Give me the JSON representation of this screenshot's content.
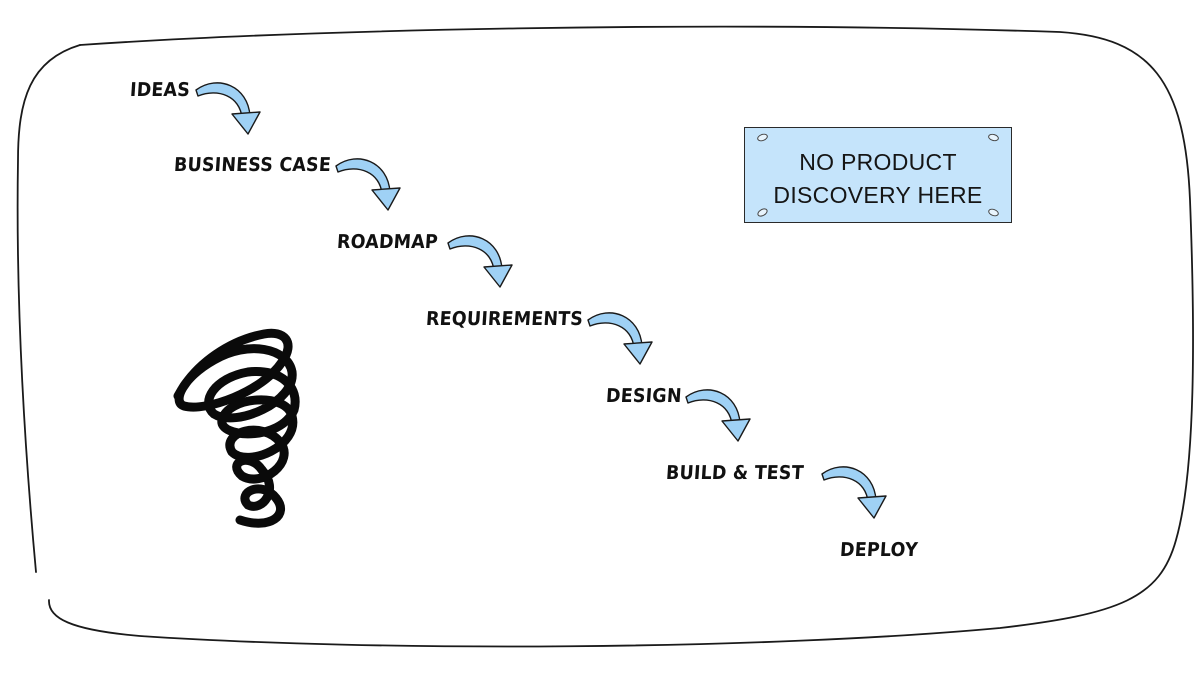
{
  "steps": [
    {
      "id": "ideas",
      "label": "IDEAS"
    },
    {
      "id": "business-case",
      "label": "BUSINESS CASE"
    },
    {
      "id": "roadmap",
      "label": "ROADMAP"
    },
    {
      "id": "requirements",
      "label": "REQUIREMENTS"
    },
    {
      "id": "design",
      "label": "DESIGN"
    },
    {
      "id": "build-test",
      "label": "BUILD & TEST"
    },
    {
      "id": "deploy",
      "label": "DEPLOY"
    }
  ],
  "sign": {
    "line1": "NO PRODUCT",
    "line2": "DISCOVERY HERE",
    "color": "#c5e4fb"
  },
  "arrow_color": "#9fd1f5",
  "icons": [
    "spiral-icon",
    "curved-arrow-icon"
  ]
}
